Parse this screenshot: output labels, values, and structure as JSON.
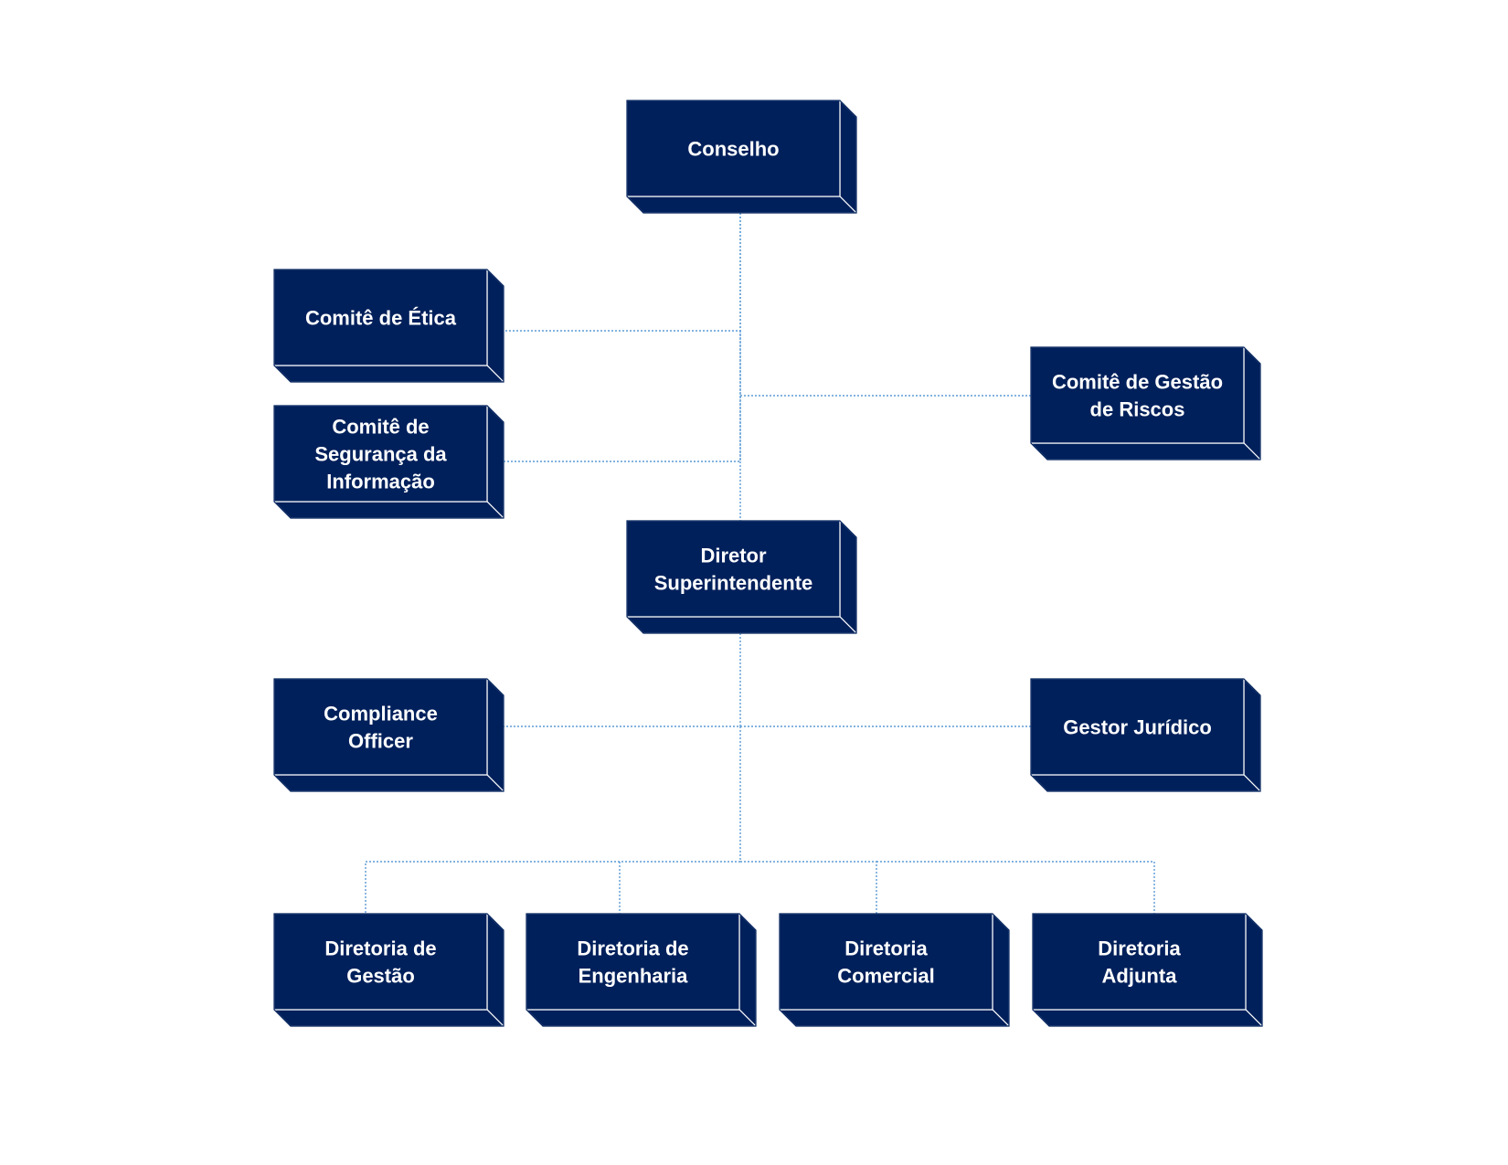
{
  "nodes": [
    {
      "id": "conselho",
      "lines": [
        "Conselho"
      ]
    },
    {
      "id": "comite-etica",
      "lines": [
        "Comitê de Ética"
      ]
    },
    {
      "id": "comite-seguranca",
      "lines": [
        "Comitê de",
        "Segurança da",
        "Informação"
      ]
    },
    {
      "id": "comite-riscos",
      "lines": [
        "Comitê de Gestão",
        "de Riscos"
      ]
    },
    {
      "id": "diretor-superintendente",
      "lines": [
        "Diretor",
        "Superintendente"
      ]
    },
    {
      "id": "compliance-officer",
      "lines": [
        "Compliance",
        "Officer"
      ]
    },
    {
      "id": "gestor-juridico",
      "lines": [
        "Gestor Jurídico"
      ]
    },
    {
      "id": "diretoria-gestao",
      "lines": [
        "Diretoria de",
        "Gestão"
      ]
    },
    {
      "id": "diretoria-engenharia",
      "lines": [
        "Diretoria de",
        "Engenharia"
      ]
    },
    {
      "id": "diretoria-comercial",
      "lines": [
        "Diretoria",
        "Comercial"
      ]
    },
    {
      "id": "diretoria-adjunta",
      "lines": [
        "Diretoria",
        "Adjunta"
      ]
    }
  ],
  "edges": [
    {
      "from": "conselho",
      "to": "comite-etica"
    },
    {
      "from": "conselho",
      "to": "comite-seguranca"
    },
    {
      "from": "conselho",
      "to": "comite-riscos"
    },
    {
      "from": "conselho",
      "to": "diretor-superintendente"
    },
    {
      "from": "diretor-superintendente",
      "to": "compliance-officer"
    },
    {
      "from": "diretor-superintendente",
      "to": "gestor-juridico"
    },
    {
      "from": "diretor-superintendente",
      "to": "diretoria-gestao"
    },
    {
      "from": "diretor-superintendente",
      "to": "diretoria-engenharia"
    },
    {
      "from": "diretor-superintendente",
      "to": "diretoria-comercial"
    },
    {
      "from": "diretor-superintendente",
      "to": "diretoria-adjunta"
    }
  ],
  "colors": {
    "box_fill": "#00205b",
    "box_edge": "#ffffff",
    "text": "#ffffff",
    "connector": "#5b9bd5"
  }
}
